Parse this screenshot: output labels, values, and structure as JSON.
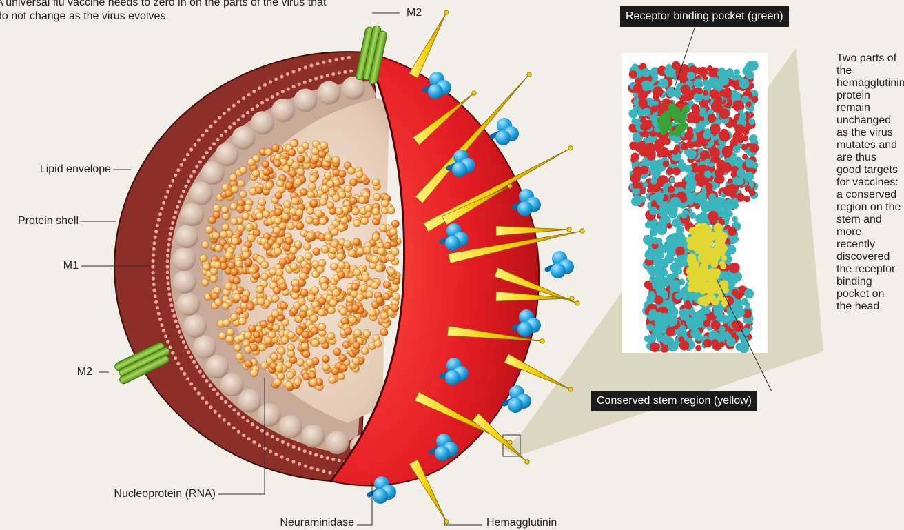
{
  "intro": "A universal flu vaccine needs to zero in on the parts of the virus that do not change as the virus evolves.",
  "labels": {
    "m2_top": "M2",
    "lipid_envelope": "Lipid envelope",
    "protein_shell": "Protein shell",
    "m1": "M1",
    "m2_left": "M2",
    "nucleoprotein": "Nucleoprotein (RNA)",
    "neuraminidase": "Neuraminidase",
    "hemagglutinin": "Hemagglutinin"
  },
  "callouts": {
    "receptor": "Receptor binding pocket (green)",
    "stem": "Conserved stem region (yellow)"
  },
  "side_note": "Two parts of the hemagglutinin protein remain unchanged as the virus mutates and are thus good targets for vaccines: a conserved region on the stem and more recently discovered the receptor binding pocket on the head.",
  "colors": {
    "background": "#f1efe7",
    "envelope": "#8c2f28",
    "protein_shell": "#b99b88",
    "virus_surface": "#e21c23",
    "hemagglutinin": "#f4cc00",
    "neuraminidase": "#1f9bd7",
    "m2_channel": "#7cbb2c",
    "nucleoprotein": "#e98a2a",
    "protein_teal": "#3ab4bd",
    "protein_red": "#d42a2c",
    "receptor_pocket": "#3aa23a",
    "stem_region": "#e2d633",
    "callout_bg": "#1b1b1b"
  }
}
